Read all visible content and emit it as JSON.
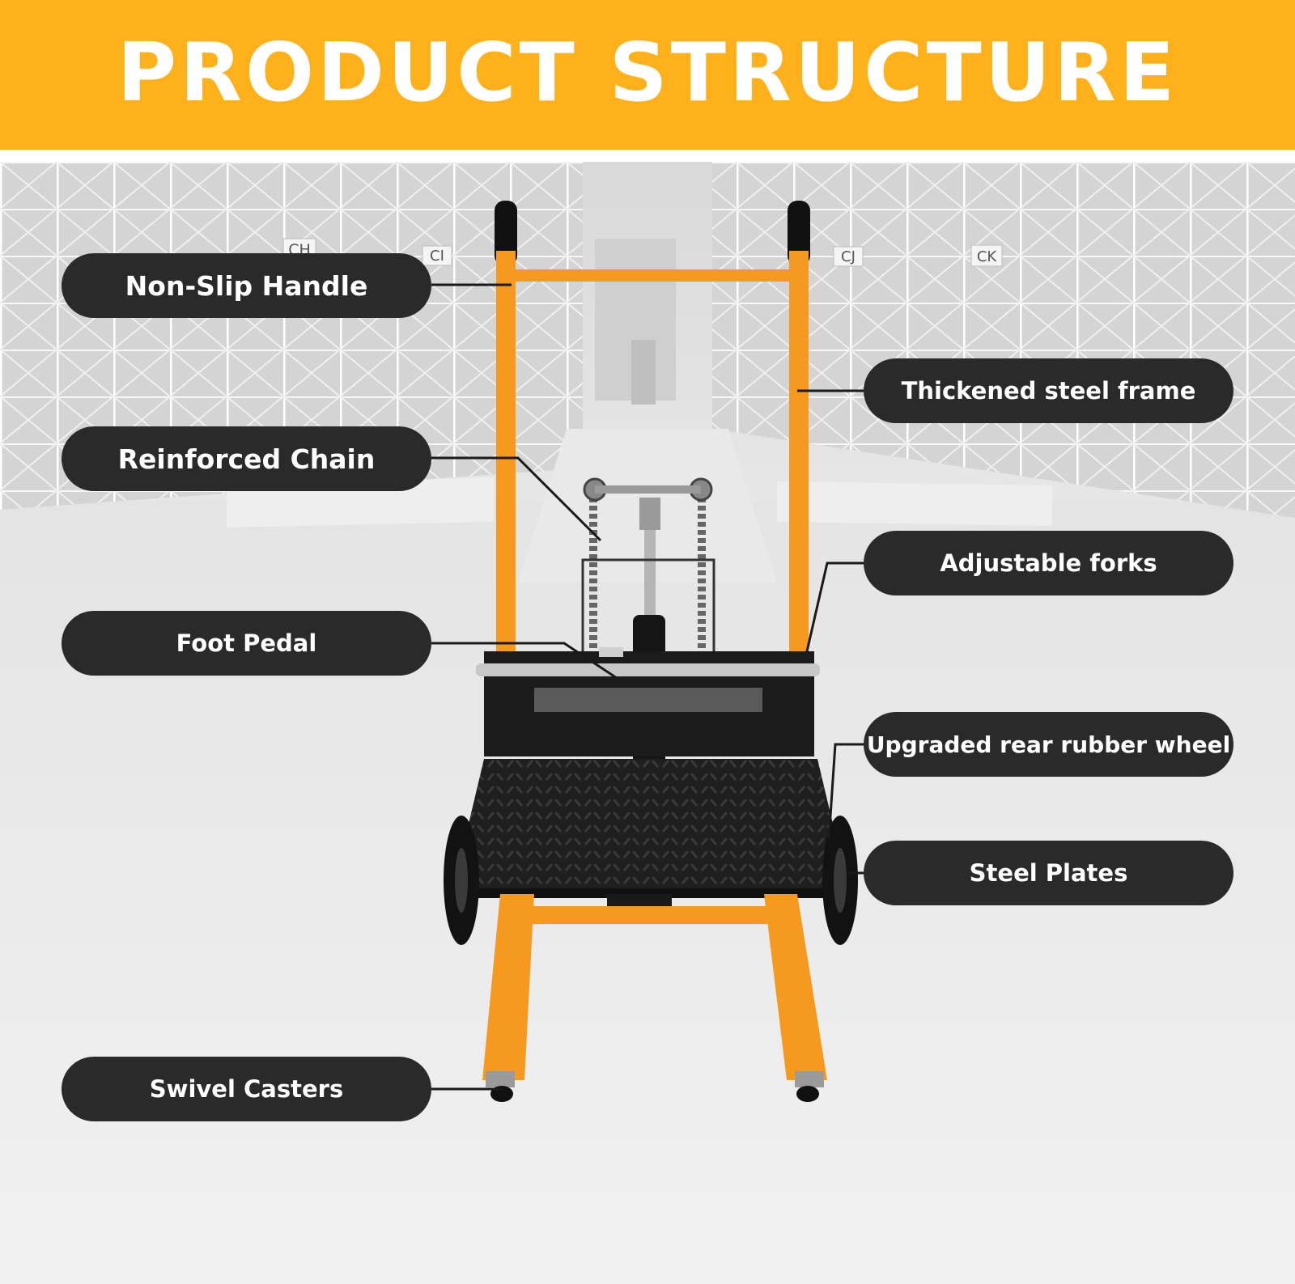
{
  "header": {
    "title": "PRODUCT STRUCTURE"
  },
  "callouts": {
    "non_slip_handle": "Non-Slip Handle",
    "reinforced_chain": "Reinforced Chain",
    "foot_pedal": "Foot Pedal",
    "swivel_casters": "Swivel Casters",
    "thickened_steel_frame": "Thickened steel frame",
    "adjustable_forks": "Adjustable forks",
    "upgraded_rear_rubber_wheel": "Upgraded rear rubber wheel",
    "steel_plates": "Steel Plates"
  },
  "rack_labels": [
    "CH",
    "CI",
    "CJ",
    "CK"
  ],
  "colors": {
    "banner": "#FFB11B",
    "frame_orange": "#F59A1E",
    "label_background": "#2a2a2a",
    "plate_black": "#1e1e1e"
  }
}
